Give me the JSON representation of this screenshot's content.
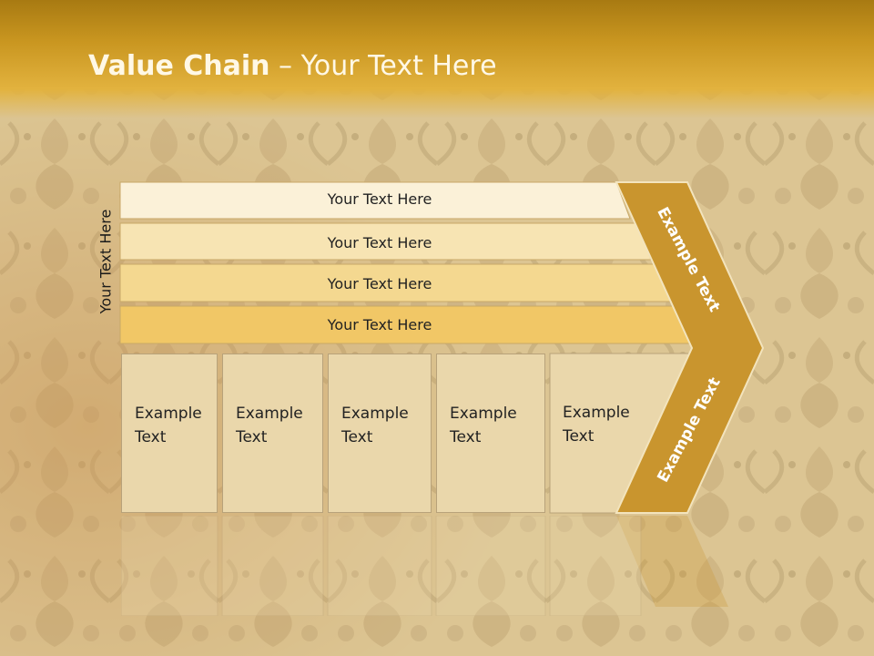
{
  "slide": {
    "title_bold": "Value Chain",
    "title_rest": " – Your Text Here",
    "side_label": "Your Text Here",
    "rows": [
      "Your Text Here",
      "Your Text Here",
      "Your Text Here",
      "Your Text Here"
    ],
    "boxes": [
      {
        "line1": "Example",
        "line2": "Text"
      },
      {
        "line1": "Example",
        "line2": "Text"
      },
      {
        "line1": "Example",
        "line2": "Text"
      },
      {
        "line1": "Example",
        "line2": "Text"
      },
      {
        "line1": "Example",
        "line2": "Text"
      }
    ],
    "chevron_top_label": "Example Text",
    "chevron_bottom_label": "Example Text"
  },
  "colors": {
    "row1": "#fbf1d8",
    "row2": "#f7e4b3",
    "row3": "#f4d890",
    "row4": "#f1c766",
    "chevron": "#c9952e"
  }
}
